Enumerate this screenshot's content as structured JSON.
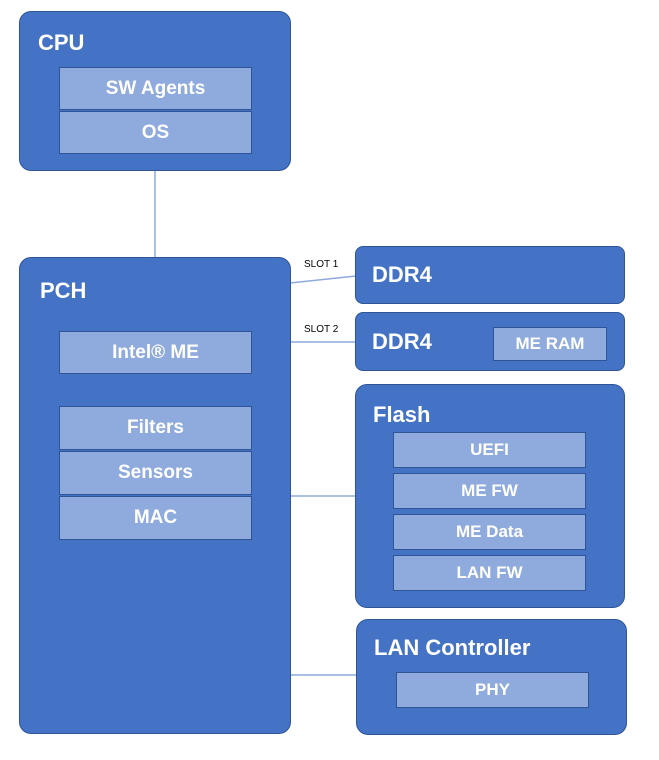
{
  "cpu": {
    "title": "CPU",
    "items": [
      "SW Agents",
      "OS"
    ]
  },
  "pch": {
    "title": "PCH",
    "me": "Intel® ME",
    "items": [
      "Filters",
      "Sensors",
      "MAC"
    ]
  },
  "ddr_slot1": {
    "title": "DDR4",
    "slot_label": "SLOT 1"
  },
  "ddr_slot2": {
    "title": "DDR4",
    "slot_label": "SLOT 2",
    "region": "ME RAM"
  },
  "flash": {
    "title": "Flash",
    "items": [
      "UEFI",
      "ME FW",
      "ME Data",
      "LAN FW"
    ]
  },
  "lan_controller": {
    "title": "LAN Controller",
    "items": [
      "PHY"
    ]
  },
  "colors": {
    "block_fill": "#4472c4",
    "block_border": "#2f5597",
    "sub_block_fill": "#8faadc",
    "connector": "#8faadc",
    "text": "#ffffff"
  }
}
